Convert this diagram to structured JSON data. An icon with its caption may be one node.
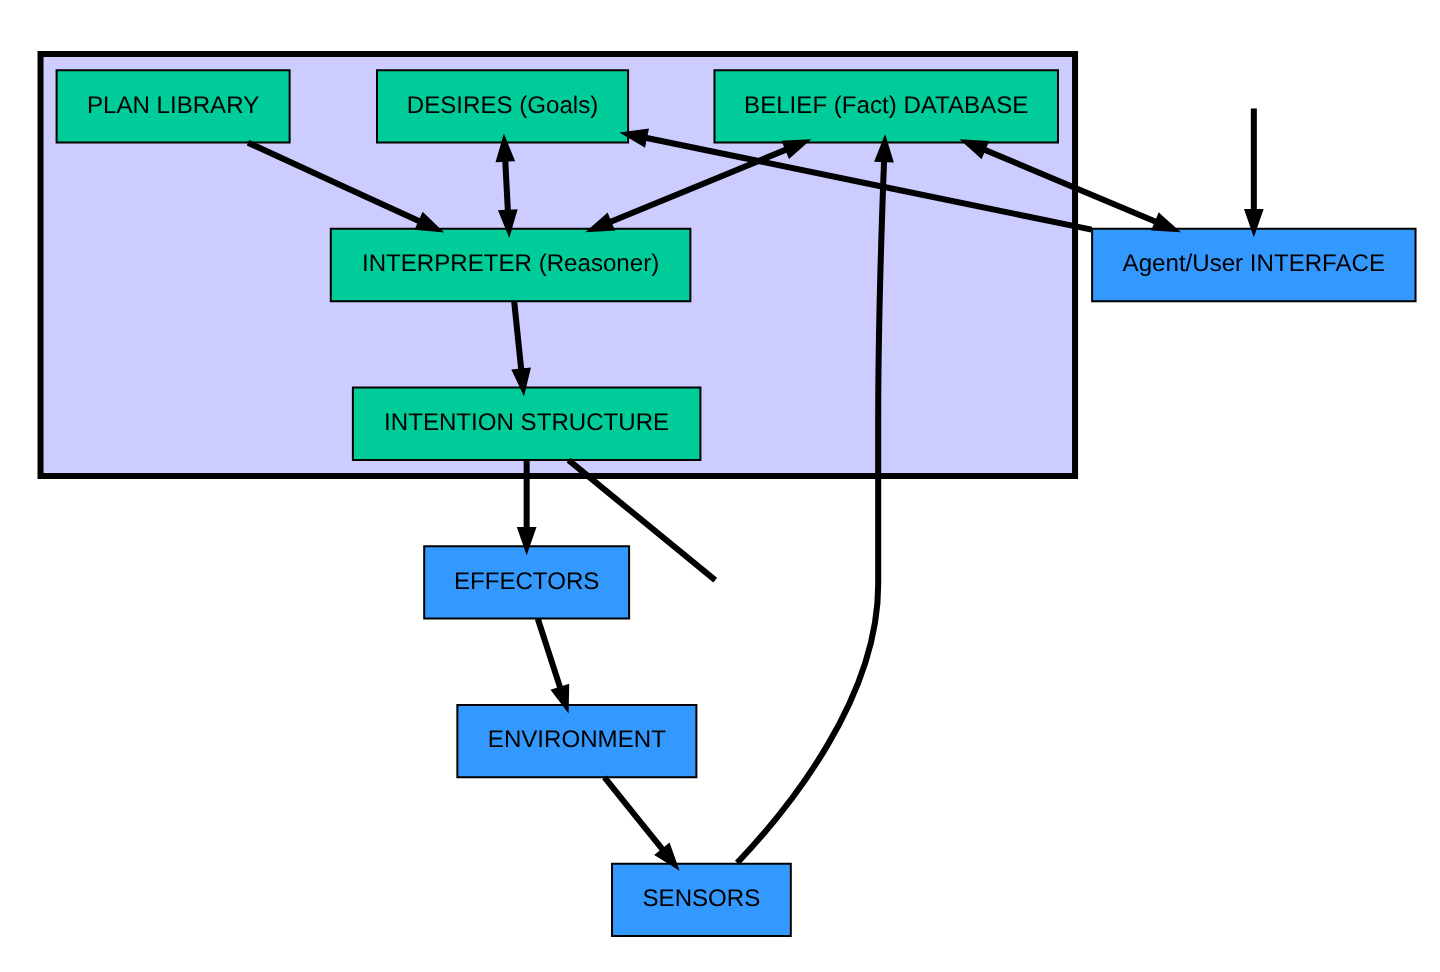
{
  "diagram": {
    "nodes": [
      {
        "text": [],
        "shape": "box"
      },
      {
        "text": [
          "BELIEF (Fact) DATABASE"
        ],
        "in": 0
      },
      {
        "text": [
          "PLAN LIBRARY"
        ],
        "in": 0
      },
      {
        "text": [
          "Agent/User INTERFACE"
        ]
      },
      {
        "text": [
          "INTERPRETER (Reasoner)"
        ],
        "in": 0
      },
      {
        "text": [
          "SENSORS"
        ]
      },
      {
        "text": [
          "ENVIRONMENT"
        ]
      },
      {
        "text": [
          "DESIRES (Goals)"
        ],
        "in": 0
      },
      {
        "text": [
          "INTENTION STRUCTURE"
        ],
        "in": 0
      },
      {
        "text": [
          "EFFECTORS"
        ]
      }
    ],
    "edges": [
      {
        "from": 5,
        "to": 1,
        "arrow": "to"
      },
      {
        "from": 1,
        "to": 3,
        "arrow": "both"
      },
      {
        "from": 1,
        "to": 4,
        "arrow": "both"
      },
      {
        "from": 2,
        "to": 4,
        "arrow": "to"
      },
      {
        "from": 3,
        "to": 7,
        "arrow": "to"
      },
      {
        "from": 7,
        "to": 4,
        "arrow": "both"
      },
      {
        "from": 4,
        "to": 8,
        "arrow": "to"
      },
      {
        "from": 8,
        "to": 9,
        "arrow": "to"
      },
      {
        "from": 9,
        "to": 6,
        "arrow": "to"
      },
      {
        "from": 6,
        "to": 5,
        "arrow": "to"
      },
      {
        "from": null,
        "to": 3,
        "arrow": "to"
      },
      {
        "from": 8,
        "to": null,
        "arrow": "none"
      }
    ]
  }
}
